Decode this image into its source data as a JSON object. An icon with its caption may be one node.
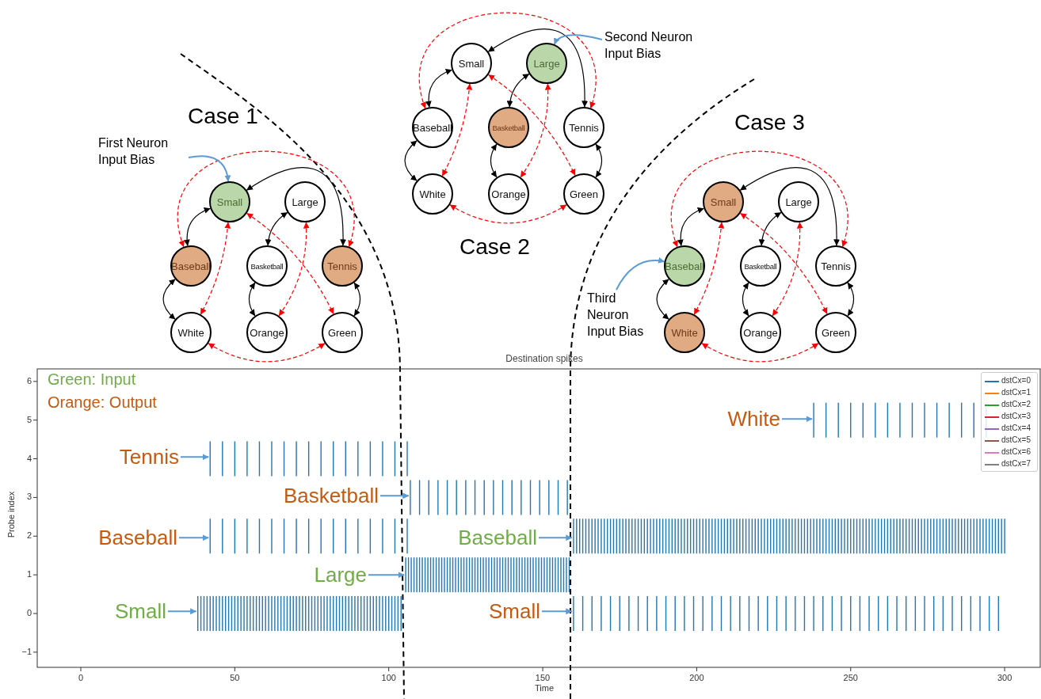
{
  "diagram": {
    "nodes": [
      {
        "text": [
          "First Neuron Input Bias"
        ]
      },
      {
        "text": [
          "Small"
        ]
      },
      {
        "text": [
          "Large"
        ]
      },
      {
        "text": [
          "Baseball"
        ]
      },
      {
        "text": [
          "Basketball"
        ]
      },
      {
        "text": [
          "Tennis"
        ]
      },
      {
        "text": [
          "White"
        ]
      },
      {
        "text": [
          "Orange"
        ]
      },
      {
        "text": [
          "Green"
        ]
      },
      {
        "text": [
          "Second Neuron Input Bias"
        ]
      },
      {
        "text": [
          "Small"
        ]
      },
      {
        "text": [
          "Large"
        ]
      },
      {
        "text": [
          "Baseball"
        ]
      },
      {
        "text": [
          "Basketball"
        ]
      },
      {
        "text": [
          "Tennis"
        ]
      },
      {
        "text": [
          "White"
        ]
      },
      {
        "text": [
          "Orange"
        ]
      },
      {
        "text": [
          "Green"
        ]
      },
      {
        "text": [
          "Small"
        ]
      },
      {
        "text": [
          "Large"
        ]
      },
      {
        "text": [
          "Baseball"
        ]
      },
      {
        "text": [
          "Basketball"
        ]
      },
      {
        "text": [
          "Tennis"
        ]
      },
      {
        "text": [
          "White"
        ]
      },
      {
        "text": [
          "Orange"
        ]
      },
      {
        "text": [
          "Green"
        ]
      },
      {
        "text": [
          "Third Neuron Input Bias"
        ]
      },
      {
        "text": [
          "White"
        ]
      },
      {
        "text": [
          "Tennis"
        ]
      },
      {
        "text": [
          "Basketball"
        ]
      },
      {
        "text": [
          "Baseball"
        ]
      },
      {
        "text": [
          "Baseball"
        ]
      },
      {
        "text": [
          "Large"
        ]
      },
      {
        "text": [
          "Small"
        ]
      },
      {
        "text": [
          "Small"
        ]
      },
      {
        "text": [],
        "shape": "bar"
      },
      {
        "text": [],
        "shape": "bar"
      },
      {
        "text": [],
        "shape": "bar"
      },
      {
        "text": [],
        "shape": "bar"
      },
      {
        "text": [],
        "shape": "bar"
      },
      {
        "text": [],
        "shape": "bar"
      },
      {
        "text": [],
        "shape": "bar"
      },
      {
        "text": [],
        "shape": "bar"
      }
    ],
    "edges": [
      {
        "from": 3,
        "to": 1,
        "arrow": "both"
      },
      {
        "from": 1,
        "to": 5,
        "arrow": "both"
      },
      {
        "from": 2,
        "to": 4,
        "arrow": "both"
      },
      {
        "from": 3,
        "to": 6,
        "arrow": "both"
      },
      {
        "from": 4,
        "to": 7,
        "arrow": "both"
      },
      {
        "from": 5,
        "to": 8,
        "arrow": "both"
      },
      {
        "from": 3,
        "to": 5,
        "arrow": "both",
        "style": "dashed",
        "color": "#ff0000"
      },
      {
        "from": 1,
        "to": 6,
        "arrow": "both",
        "style": "dashed",
        "color": "#ff0000"
      },
      {
        "from": 1,
        "to": 8,
        "arrow": "both",
        "style": "dashed",
        "color": "#ff0000"
      },
      {
        "from": 2,
        "to": 7,
        "arrow": "both",
        "style": "dashed",
        "color": "#ff0000"
      },
      {
        "from": 6,
        "to": 8,
        "arrow": "both",
        "style": "dashed",
        "color": "#ff0000"
      },
      {
        "from": 12,
        "to": 10,
        "arrow": "both"
      },
      {
        "from": 10,
        "to": 14,
        "arrow": "both"
      },
      {
        "from": 11,
        "to": 13,
        "arrow": "both"
      },
      {
        "from": 12,
        "to": 15,
        "arrow": "both"
      },
      {
        "from": 13,
        "to": 16,
        "arrow": "both"
      },
      {
        "from": 14,
        "to": 17,
        "arrow": "both"
      },
      {
        "from": 12,
        "to": 14,
        "arrow": "both",
        "style": "dashed",
        "color": "#ff0000"
      },
      {
        "from": 10,
        "to": 15,
        "arrow": "both",
        "style": "dashed",
        "color": "#ff0000"
      },
      {
        "from": 10,
        "to": 17,
        "arrow": "both",
        "style": "dashed",
        "color": "#ff0000"
      },
      {
        "from": 11,
        "to": 16,
        "arrow": "both",
        "style": "dashed",
        "color": "#ff0000"
      },
      {
        "from": 15,
        "to": 17,
        "arrow": "both",
        "style": "dashed",
        "color": "#ff0000"
      },
      {
        "from": 20,
        "to": 18,
        "arrow": "both"
      },
      {
        "from": 18,
        "to": 22,
        "arrow": "both"
      },
      {
        "from": 19,
        "to": 21,
        "arrow": "both"
      },
      {
        "from": 20,
        "to": 23,
        "arrow": "both"
      },
      {
        "from": 21,
        "to": 24,
        "arrow": "both"
      },
      {
        "from": 22,
        "to": 25,
        "arrow": "both"
      },
      {
        "from": 20,
        "to": 22,
        "arrow": "both",
        "style": "dashed",
        "color": "#ff0000"
      },
      {
        "from": 18,
        "to": 23,
        "arrow": "both",
        "style": "dashed",
        "color": "#ff0000"
      },
      {
        "from": 18,
        "to": 25,
        "arrow": "both",
        "style": "dashed",
        "color": "#ff0000"
      },
      {
        "from": 19,
        "to": 24,
        "arrow": "both",
        "style": "dashed",
        "color": "#ff0000"
      },
      {
        "from": 23,
        "to": 25,
        "arrow": "both",
        "style": "dashed",
        "color": "#ff0000"
      },
      {
        "from": 0,
        "to": 1,
        "arrow": "to",
        "color": "#5b9bd5"
      },
      {
        "from": 9,
        "to": 11,
        "arrow": "to",
        "color": "#5b9bd5"
      },
      {
        "from": 26,
        "to": 20,
        "arrow": "to",
        "color": "#5b9bd5"
      },
      {
        "from": 27,
        "to": 35,
        "arrow": "to",
        "color": "#5b9bd5"
      },
      {
        "from": 28,
        "to": 36,
        "arrow": "to",
        "color": "#5b9bd5"
      },
      {
        "from": 29,
        "to": 37,
        "arrow": "to",
        "color": "#5b9bd5"
      },
      {
        "from": 30,
        "to": 38,
        "arrow": "to",
        "color": "#5b9bd5"
      },
      {
        "from": 31,
        "to": 39,
        "arrow": "to",
        "color": "#5b9bd5"
      },
      {
        "from": 32,
        "to": 40,
        "arrow": "to",
        "color": "#5b9bd5"
      },
      {
        "from": 33,
        "to": 41,
        "arrow": "to",
        "color": "#5b9bd5"
      },
      {
        "from": 34,
        "to": 42,
        "arrow": "to",
        "color": "#5b9bd5"
      }
    ],
    "labels": [
      "Case 1",
      "Case 3",
      "Case 2",
      "Destination spikes",
      "Green: Input",
      "Orange: Output",
      "6",
      "5",
      "4",
      "3",
      "2",
      "1",
      "0",
      "−1",
      "Probe index",
      "0",
      "50",
      "100",
      "150",
      "200",
      "250",
      "300",
      "Time"
    ],
    "legend": [
      {
        "text": "dstCx=0",
        "color": "#1f77b4"
      },
      {
        "text": "dstCx=1",
        "color": "#ff7f0e"
      },
      {
        "text": "dstCx=2",
        "color": "#2ca02c"
      },
      {
        "text": "dstCx=3",
        "color": "#d62728"
      },
      {
        "text": "dstCx=4",
        "color": "#9467bd"
      },
      {
        "text": "dstCx=5",
        "color": "#8c564b"
      },
      {
        "text": "dstCx=6",
        "color": "#e377c2"
      },
      {
        "text": "dstCx=7",
        "color": "#7f7f7f"
      }
    ]
  }
}
